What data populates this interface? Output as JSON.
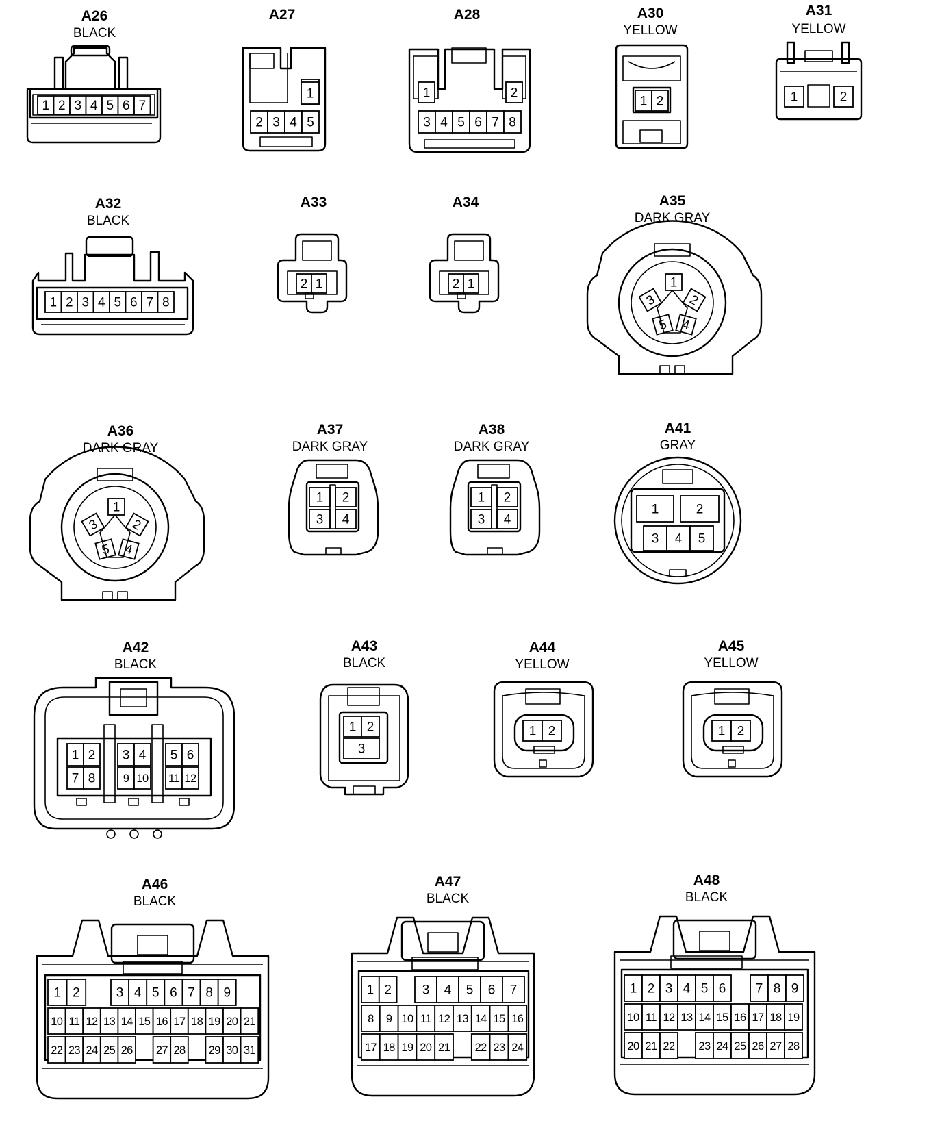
{
  "connectors": {
    "A26": {
      "id": "A26",
      "color": "BLACK",
      "pins": [
        "1",
        "2",
        "3",
        "4",
        "5",
        "6",
        "7"
      ]
    },
    "A27": {
      "id": "A27",
      "pins": [
        "1",
        "2",
        "3",
        "4",
        "5"
      ]
    },
    "A28": {
      "id": "A28",
      "pins": [
        "1",
        "2",
        "3",
        "4",
        "5",
        "6",
        "7",
        "8"
      ]
    },
    "A30": {
      "id": "A30",
      "color": "YELLOW",
      "pins": [
        "1",
        "2"
      ]
    },
    "A31": {
      "id": "A31",
      "color": "YELLOW",
      "pins": [
        "1",
        "2"
      ]
    },
    "A32": {
      "id": "A32",
      "color": "BLACK",
      "pins": [
        "1",
        "2",
        "3",
        "4",
        "5",
        "6",
        "7",
        "8"
      ]
    },
    "A33": {
      "id": "A33",
      "pins": [
        "2",
        "1"
      ]
    },
    "A34": {
      "id": "A34",
      "pins": [
        "2",
        "1"
      ]
    },
    "A35": {
      "id": "A35",
      "color": "DARK GRAY",
      "pins": [
        "1",
        "2",
        "3",
        "4",
        "5"
      ]
    },
    "A36": {
      "id": "A36",
      "color": "DARK GRAY",
      "pins": [
        "1",
        "2",
        "3",
        "4",
        "5"
      ]
    },
    "A37": {
      "id": "A37",
      "color": "DARK GRAY",
      "pins": [
        "1",
        "2",
        "3",
        "4"
      ]
    },
    "A38": {
      "id": "A38",
      "color": "DARK GRAY",
      "pins": [
        "1",
        "2",
        "3",
        "4"
      ]
    },
    "A41": {
      "id": "A41",
      "color": "GRAY",
      "pins": [
        "1",
        "2",
        "3",
        "4",
        "5"
      ]
    },
    "A42": {
      "id": "A42",
      "color": "BLACK",
      "pins": [
        "1",
        "2",
        "3",
        "4",
        "5",
        "6",
        "7",
        "8",
        "9",
        "10",
        "11",
        "12"
      ]
    },
    "A43": {
      "id": "A43",
      "color": "BLACK",
      "pins": [
        "1",
        "2",
        "3"
      ]
    },
    "A44": {
      "id": "A44",
      "color": "YELLOW",
      "pins": [
        "1",
        "2"
      ]
    },
    "A45": {
      "id": "A45",
      "color": "YELLOW",
      "pins": [
        "1",
        "2"
      ]
    },
    "A46": {
      "id": "A46",
      "color": "BLACK",
      "pins": [
        "1",
        "2",
        "3",
        "4",
        "5",
        "6",
        "7",
        "8",
        "9",
        "10",
        "11",
        "12",
        "13",
        "14",
        "15",
        "16",
        "17",
        "18",
        "19",
        "20",
        "21",
        "22",
        "23",
        "24",
        "25",
        "26",
        "27",
        "28",
        "29",
        "30",
        "31"
      ]
    },
    "A47": {
      "id": "A47",
      "color": "BLACK",
      "pins": [
        "1",
        "2",
        "3",
        "4",
        "5",
        "6",
        "7",
        "8",
        "9",
        "10",
        "11",
        "12",
        "13",
        "14",
        "15",
        "16",
        "17",
        "18",
        "19",
        "20",
        "21",
        "22",
        "23",
        "24"
      ]
    },
    "A48": {
      "id": "A48",
      "color": "BLACK",
      "pins": [
        "1",
        "2",
        "3",
        "4",
        "5",
        "6",
        "7",
        "8",
        "9",
        "10",
        "11",
        "12",
        "13",
        "14",
        "15",
        "16",
        "17",
        "18",
        "19",
        "20",
        "21",
        "22",
        "23",
        "24",
        "25",
        "26",
        "27",
        "28"
      ]
    }
  }
}
